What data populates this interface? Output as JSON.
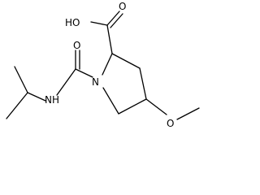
{
  "molecule": {
    "atoms": [
      {
        "id": "carboxyl-hydroxyl",
        "label": "HO"
      },
      {
        "id": "carboxyl-oxygen",
        "label": "O"
      },
      {
        "id": "amide-oxygen",
        "label": "O"
      },
      {
        "id": "ring-nitrogen",
        "label": "N"
      },
      {
        "id": "amide-nitrogen",
        "label": "NH"
      },
      {
        "id": "methoxy-oxygen",
        "label": "O"
      }
    ]
  }
}
